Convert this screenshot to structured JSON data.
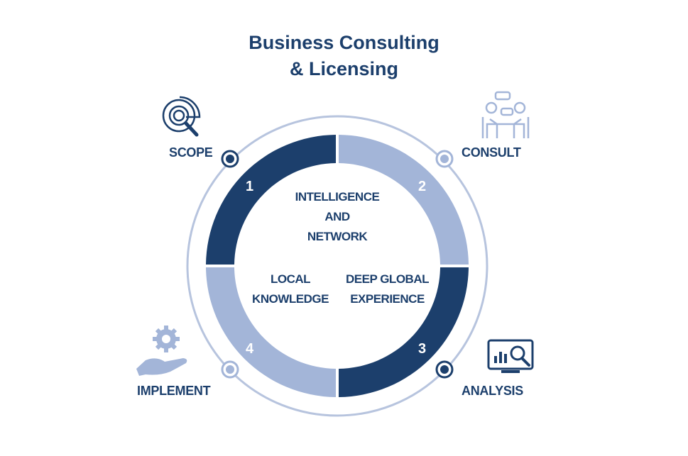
{
  "title": {
    "line1": "Business Consulting",
    "line2": "& Licensing"
  },
  "colors": {
    "dark": "#1c3f6c",
    "light": "#a3b5d8",
    "ring": "#b7c4de"
  },
  "center": {
    "top": [
      "INTELLIGENCE",
      "AND",
      "NETWORK"
    ],
    "left": [
      "LOCAL",
      "KNOWLEDGE"
    ],
    "right": [
      "DEEP GLOBAL",
      "EXPERIENCE"
    ]
  },
  "steps": [
    {
      "number": "1",
      "label": "SCOPE",
      "icon": "magnifier-chart-icon"
    },
    {
      "number": "2",
      "label": "CONSULT",
      "icon": "meeting-people-icon"
    },
    {
      "number": "3",
      "label": "ANALYSIS",
      "icon": "monitor-analytics-icon"
    },
    {
      "number": "4",
      "label": "IMPLEMENT",
      "icon": "hand-gear-icon"
    }
  ]
}
